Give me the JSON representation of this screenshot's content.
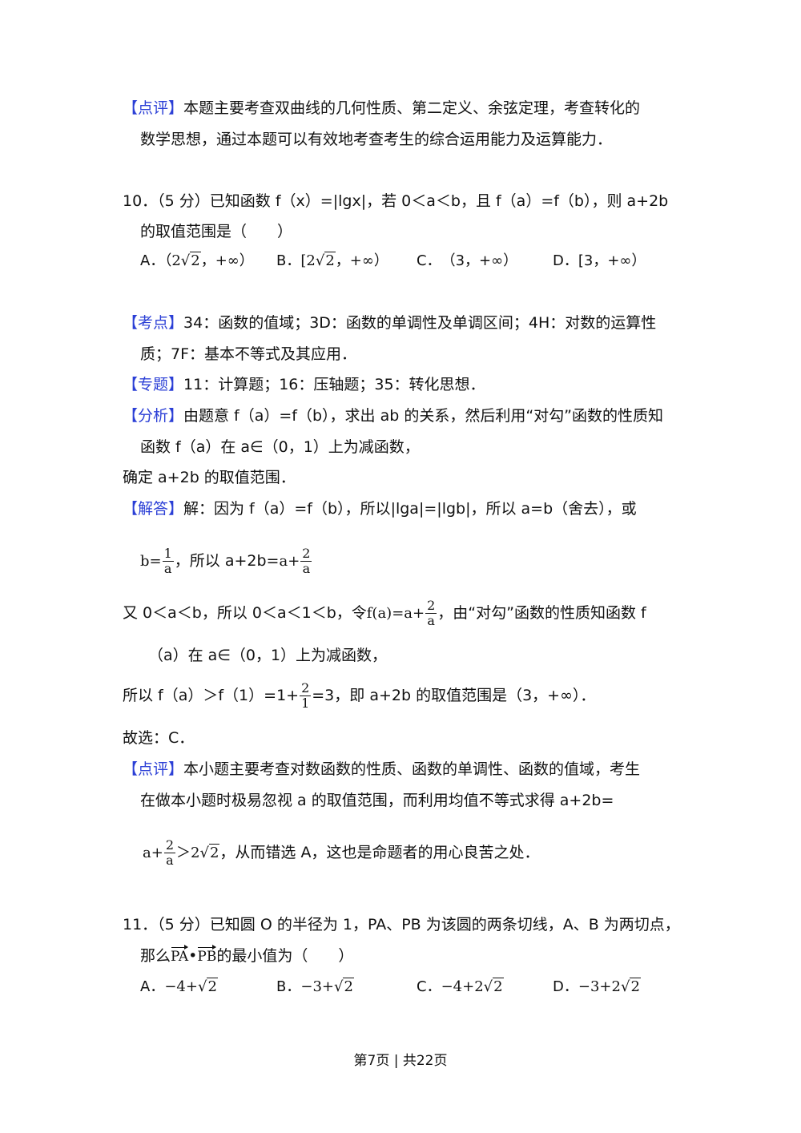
{
  "review1": {
    "tag": "【点评】",
    "line1": "本题主要考查双曲线的几何性质、第二定义、余弦定理，考查转化的",
    "line2": "数学思想，通过本题可以有效地考查考生的综合运用能力及运算能力．"
  },
  "q10": {
    "line1_a": "10．（5 分）已知函数 f（x）=",
    "abs_lgx": "lgx",
    "line1_b": "，若 0＜a＜b，且 f（a）=f（b），则 a+2b",
    "line2": "的取值范围是（　　）",
    "options": {
      "A_label": "A．",
      "A_open": "（2",
      "A_rad": "2",
      "A_close": "，+∞）",
      "B_label": "B．",
      "B_open": "[2",
      "B_rad": "2",
      "B_close": "，+∞）",
      "C": "C．　（3，+∞）",
      "D": "D．[3，+∞）"
    }
  },
  "kaodian": {
    "tag": "【考点】",
    "line1": "34：函数的值域；3D：函数的单调性及单调区间；4H：对数的运算性",
    "line2": "质；7F：基本不等式及其应用．"
  },
  "zhuanti": {
    "tag": "【专题】",
    "text": "11：计算题；16：压轴题；35：转化思想．"
  },
  "fenxi": {
    "tag": "【分析】",
    "line1": "由题意 f（a）=f（b），求出 ab 的关系，然后利用“对勾”函数的性质知",
    "line2": "函数 f（a）在 a∈（0，1）上为减函数，",
    "line3": "确定 a+2b 的取值范围．"
  },
  "jieda": {
    "tag": "【解答】",
    "line1_a": "解：因为 f（a）=f（b），所以",
    "abs_lga": "lga",
    "eq": "=",
    "abs_lgb": "lgb",
    "line1_b": "，所以 a=b（舍去），或",
    "b_lhs": "b=",
    "frac1_num": "1",
    "frac1_den": "a",
    "mid_text": "，所以 a+2b=",
    "a_plus": "a+",
    "frac2_num": "2",
    "frac2_den": "a",
    "line3_a": "又 0＜a＜b，所以 0＜a＜1＜b，令",
    "fa_expr": "f(a)=a+",
    "frac3_num": "2",
    "frac3_den": "a",
    "line3_b": "，由“对勾”函数的性质知函数 f",
    "line4": "（a）在 a∈（0，1）上为减函数，",
    "line5_a": "所以 f（a）＞f（1）=1+",
    "frac4_num": "2",
    "frac4_den": "1",
    "line5_b": "=3，即 a+2b 的取值范围是（3，+∞）．",
    "line6": "故选：C．"
  },
  "review2": {
    "tag": "【点评】",
    "line1": "本小题主要考查对数函数的性质、函数的单调性、函数的值域，考生",
    "line2": "在做本小题时极易忽视 a 的取值范围，而利用均值不等式求得 a+2b=",
    "a_plus": "a+",
    "frac_num": "2",
    "frac_den": "a",
    "gt": "＞2",
    "rad": "2",
    "line3_b": "，从而错选 A，这也是命题者的用心良苦之处．"
  },
  "q11": {
    "line1": "11．（5 分）已知圆 O 的半径为 1，PA、PB 为该圆的两条切线，A、B 为两切点，",
    "line2_a": "那么",
    "vec1": "PA",
    "dot": "•",
    "vec2": "PB",
    "line2_b": "的最小值为（　　）",
    "options": {
      "A_label": "A．",
      "A_pre": "−4+",
      "A_rad": "2",
      "B_label": "B．",
      "B_pre": "−3+",
      "B_rad": "2",
      "C_label": "C．",
      "C_pre": "−4+2",
      "C_rad": "2",
      "D_label": "D．",
      "D_pre": "−3+2",
      "D_rad": "2"
    }
  },
  "footer": {
    "text": "第7页 | 共22页"
  },
  "colors": {
    "tag": "#2b3fd6",
    "text": "#111111"
  }
}
